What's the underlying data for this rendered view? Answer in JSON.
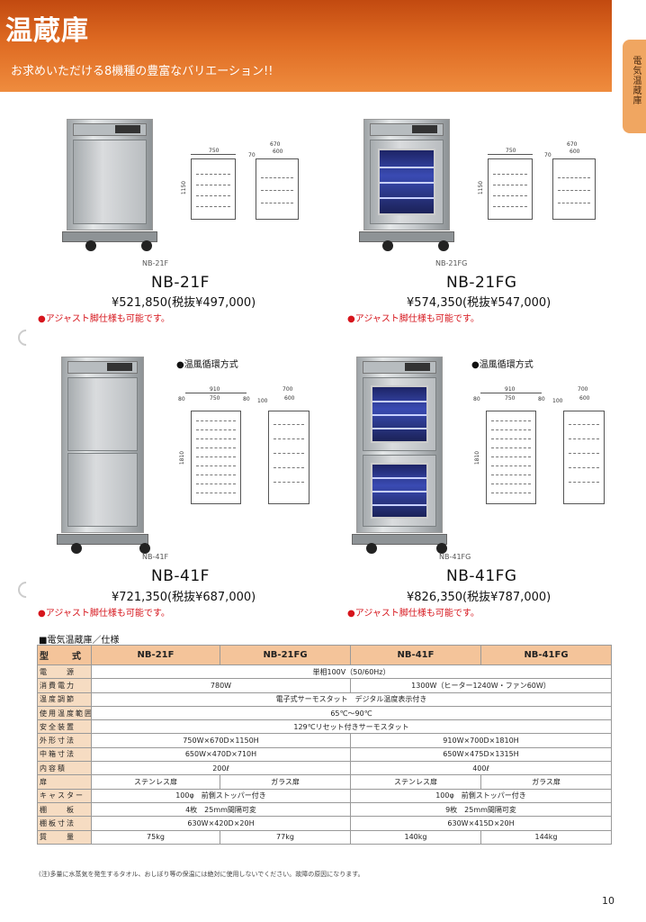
{
  "header": {
    "title": "温蔵庫",
    "subtitle": "お求めいただける8機種の豊富なバリエーション!!"
  },
  "side_tab": {
    "label": "電気温蔵庫"
  },
  "products": [
    {
      "caption": "NB-21F",
      "model": "NB-21F",
      "price": "¥521,850(税抜¥497,000)",
      "note": "●アジャスト脚仕様も可能です。",
      "method": "",
      "dims": {
        "width_label": "750",
        "depth_total": "670",
        "depth_inner": "600",
        "offset": "70",
        "height": "1150"
      }
    },
    {
      "caption": "NB-21FG",
      "model": "NB-21FG",
      "price": "¥574,350(税抜¥547,000)",
      "note": "●アジャスト脚仕様も可能です。",
      "method": "",
      "dims": {
        "width_label": "750",
        "depth_total": "670",
        "depth_inner": "600",
        "offset": "70",
        "height": "1150"
      }
    },
    {
      "caption": "NB-41F",
      "model": "NB-41F",
      "price": "¥721,350(税抜¥687,000)",
      "note": "●アジャスト脚仕様も可能です。",
      "method": "●温風循環方式",
      "dims": {
        "width_total": "910",
        "width_label": "750",
        "side_left": "80",
        "side_right": "80",
        "depth_total": "700",
        "depth_inner": "600",
        "offset": "100",
        "height": "1810"
      }
    },
    {
      "caption": "NB-41FG",
      "model": "NB-41FG",
      "price": "¥826,350(税抜¥787,000)",
      "note": "●アジャスト脚仕様も可能です。",
      "method": "●温風循環方式",
      "dims": {
        "width_total": "910",
        "width_label": "750",
        "side_left": "80",
        "side_right": "80",
        "depth_total": "700",
        "depth_inner": "600",
        "offset": "100",
        "height": "1810"
      }
    }
  ],
  "spec": {
    "title": "■電気温蔵庫／仕様",
    "header": [
      "型　　式",
      "NB-21F",
      "NB-21FG",
      "NB-41F",
      "NB-41FG"
    ],
    "rows": [
      {
        "label": "電　　源",
        "all": "単相100V（50/60Hz）"
      },
      {
        "label": "消費電力",
        "left": "780W",
        "right": "1300W（ヒーター1240W・ファン60W）"
      },
      {
        "label": "温度調節",
        "all": "電子式サーモスタット　デジタル温度表示付き"
      },
      {
        "label": "使用温度範囲",
        "all": "65℃～90℃"
      },
      {
        "label": "安全装置",
        "all": "129℃リセット付きサーモスタット"
      },
      {
        "label": "外形寸法",
        "left": "750W×670D×1150H",
        "right": "910W×700D×1810H"
      },
      {
        "label": "中箱寸法",
        "left": "650W×470D×710H",
        "right": "650W×475D×1315H"
      },
      {
        "label": "内容積",
        "left": "200ℓ",
        "right": "400ℓ"
      },
      {
        "label": "扉",
        "c1": "ステンレス扉",
        "c2": "ガラス扉",
        "c3": "ステンレス扉",
        "c4": "ガラス扉"
      },
      {
        "label": "キャスター",
        "left": "100φ　前側ストッパー付き",
        "right": "100φ　前側ストッパー付き"
      },
      {
        "label": "棚　　板",
        "left": "4枚　25mm間隔可変",
        "right": "9枚　25mm間隔可変"
      },
      {
        "label": "棚板寸法",
        "left": "630W×420D×20H",
        "right": "630W×415D×20H"
      },
      {
        "label": "質　　量",
        "c1": "75kg",
        "c2": "77kg",
        "c3": "140kg",
        "c4": "144kg"
      }
    ]
  },
  "footnote": "(注)多量に水蒸気を発生するタオル、おしぼり等の保温には絶対に使用しないでください。故障の原因になります。",
  "page_number": "10"
}
